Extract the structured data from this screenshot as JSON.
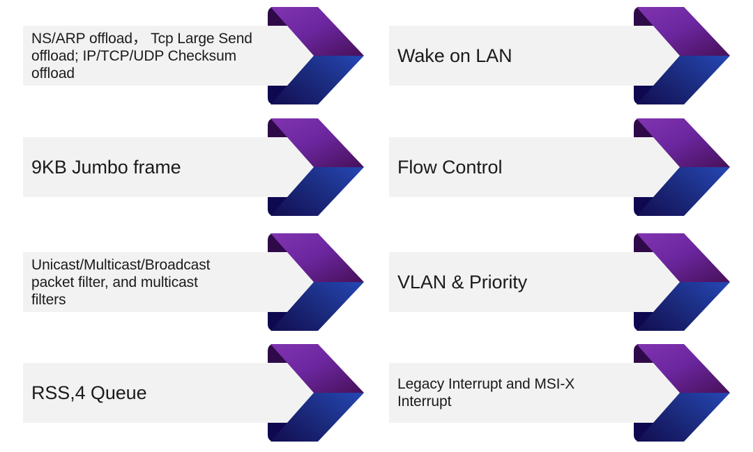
{
  "slide": {
    "background": "#ffffff",
    "description_items": [
      {
        "label": "NS/ARP offload， Tcp Large Send\noffload; IP/TCP/UDP Checksum\noffload",
        "column": "left",
        "row": 1
      },
      {
        "label": "Wake on LAN",
        "column": "right",
        "row": 1
      },
      {
        "label": "9KB Jumbo frame",
        "column": "left",
        "row": 2
      },
      {
        "label": "Flow Control",
        "column": "right",
        "row": 2
      },
      {
        "label": "Unicast/Multicast/Broadcast\npacket filter, and multicast\nfilters",
        "column": "left",
        "row": 3
      },
      {
        "label": "VLAN & Priority",
        "column": "right",
        "row": 3
      },
      {
        "label": "RSS,4 Queue",
        "column": "left",
        "row": 4
      },
      {
        "label": "Legacy Interrupt and MSI-X\nInterrupt",
        "column": "right",
        "row": 4
      }
    ],
    "icons": [
      {
        "name": "chevron-ribbon-arrow-icon",
        "count": 8
      }
    ],
    "palette": {
      "bar_background": "#f2f2f2",
      "text": "#1b1b1b",
      "arrow_purple_light": "#8134b0",
      "arrow_purple_mid": "#6c27a0",
      "arrow_purple_dark": "#471059",
      "arrow_fold_purple": "#2f0a49",
      "arrow_blue_dark": "#131055",
      "arrow_blue_mid": "#1b2b7e",
      "arrow_blue_bright": "#2444ae",
      "arrow_fold_navy": "#0d0850"
    }
  }
}
